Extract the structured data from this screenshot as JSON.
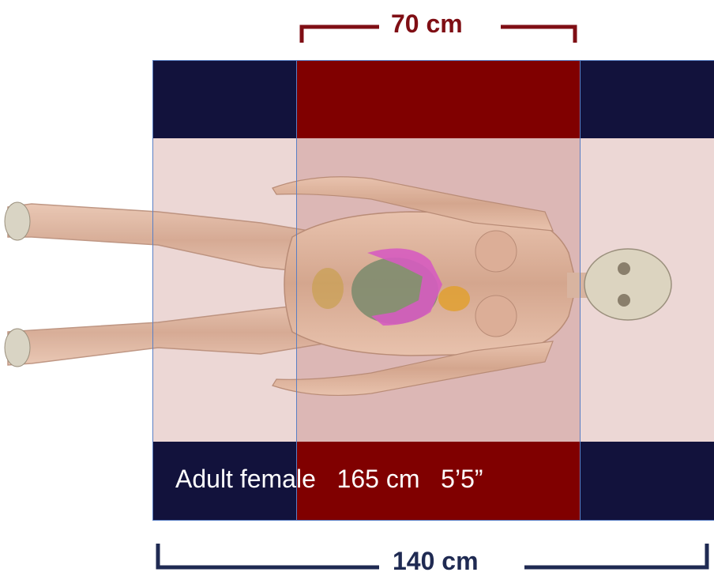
{
  "dimensions": {
    "table_width_label": "140 cm",
    "field_width_label": "70 cm"
  },
  "caption": {
    "text": "Adult female   165 cm   5’5”"
  },
  "colors": {
    "navy_band": "#12123c",
    "maroon_band": "#800000",
    "bracket_dark_blue": "#1f2a52",
    "bracket_maroon": "#7f0e14",
    "table_bg": "#ecd7d5",
    "field_bg": "#dcb7b5",
    "outline": "#5a7fc4"
  },
  "figure": {
    "icon": "adult-female-anatomy-figure"
  }
}
